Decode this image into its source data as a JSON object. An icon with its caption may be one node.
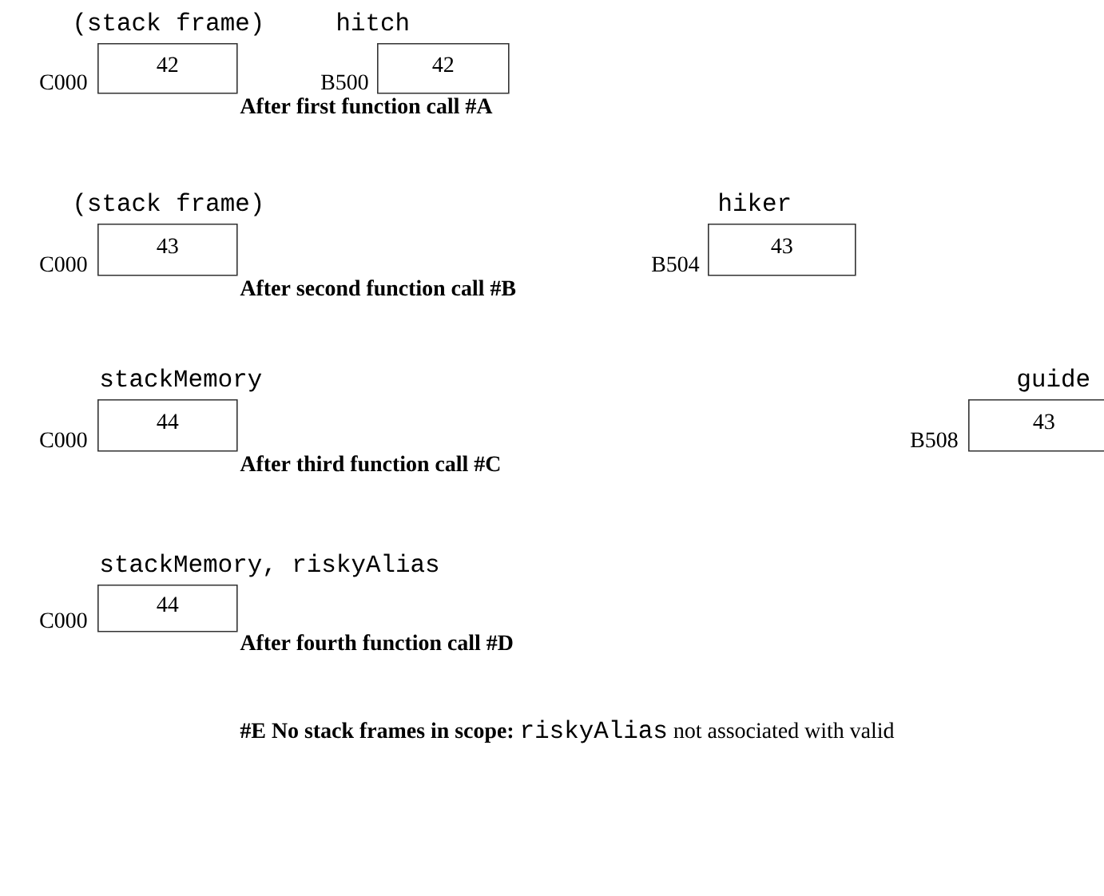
{
  "diagram": {
    "nodes": [
      {
        "text": [
          "42"
        ],
        "beside": [
          "(stack frame)",
          "C000"
        ]
      },
      {
        "text": [
          "42"
        ],
        "beside": [
          "hitch",
          "B500"
        ]
      },
      {
        "text": [
          "43"
        ],
        "beside": [
          "(stack frame)",
          "C000"
        ]
      },
      {
        "text": [
          "43"
        ],
        "beside": [
          "hiker",
          "B504"
        ]
      },
      {
        "text": [
          "44"
        ],
        "beside": [
          "stackMemory",
          "C000"
        ]
      },
      {
        "text": [
          "43"
        ],
        "beside": [
          "guide",
          "B508"
        ]
      },
      {
        "text": [
          "44"
        ],
        "beside": [
          "stackMemory, riskyAlias",
          "C000"
        ]
      }
    ],
    "edges": [],
    "labels": [
      "After first function call #A",
      "After second function call #B",
      "After third function call #C",
      "After fourth function call #D",
      "#E No stack frames in scope:",
      "riskyAlias",
      "not associated with valid"
    ]
  }
}
